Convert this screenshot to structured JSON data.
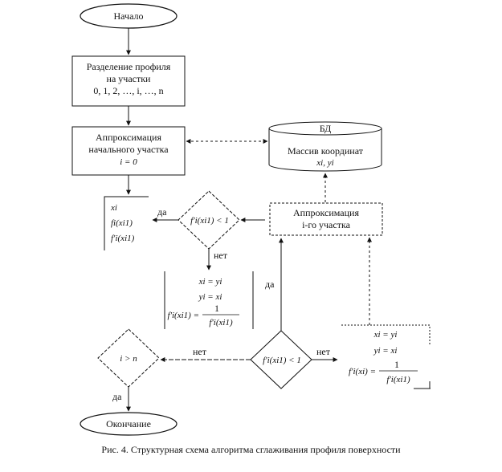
{
  "nodes": {
    "start": "Начало",
    "split_line1": "Разделение профиля",
    "split_line2": "на участки",
    "split_line3": "0, 1, 2, …, i, …, n",
    "approx_first_line1": "Аппроксимация",
    "approx_first_line2": "начального участка",
    "approx_first_line3": "i = 0",
    "db_title": "БД",
    "db_line1": "Массив координат",
    "db_line2": "xi, yi",
    "approx_i_line1": "Аппроксимация",
    "approx_i_line2": "i-го участка",
    "cond1": "f′i(xi1) < 1",
    "cond2": "f′i(xi1) < 1",
    "cond_end": "i > n",
    "assign_a_line1": "xi",
    "assign_a_line2": "fi(xi1)",
    "assign_a_line3": "f′i(xi1)",
    "assign_b_line1": "xi = yi",
    "assign_b_line2": "yi = xi",
    "assign_b_line3": "f′i(xi1) =",
    "assign_b_num": "1",
    "assign_b_den": "f′i(xi1)",
    "assign_c_line1": "xi = yi",
    "assign_c_line2": "yi = xi",
    "assign_c_line3": "f′i(xi) =",
    "assign_c_num": "1",
    "assign_c_den": "f′i(xi1)",
    "end": "Окончание"
  },
  "labels": {
    "yes": "да",
    "no": "нет"
  },
  "caption": "Рис. 4. Структурная схема алгоритма сглаживания профиля поверхности"
}
